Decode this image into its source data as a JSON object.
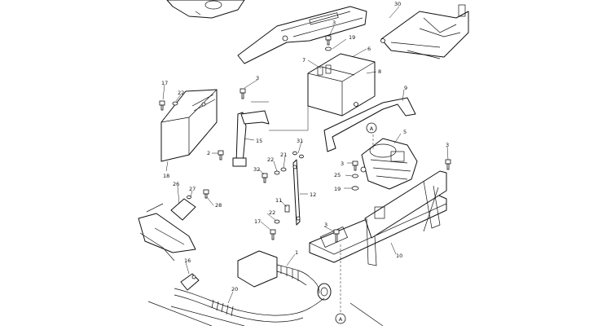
{
  "diagram": {
    "callouts": [
      {
        "id": "30",
        "text": "30"
      },
      {
        "id": "3-top",
        "text": "3"
      },
      {
        "id": "19-top",
        "text": "19"
      },
      {
        "id": "6",
        "text": "6"
      },
      {
        "id": "7",
        "text": "7"
      },
      {
        "id": "8",
        "text": "8"
      },
      {
        "id": "17-top",
        "text": "17"
      },
      {
        "id": "22-top",
        "text": "22"
      },
      {
        "id": "3-mid",
        "text": "3"
      },
      {
        "id": "9",
        "text": "9"
      },
      {
        "id": "15",
        "text": "15"
      },
      {
        "id": "2",
        "text": "2"
      },
      {
        "id": "18",
        "text": "18"
      },
      {
        "id": "31",
        "text": "31"
      },
      {
        "id": "21",
        "text": "21"
      },
      {
        "id": "22-mid",
        "text": "22"
      },
      {
        "id": "32",
        "text": "32"
      },
      {
        "id": "5",
        "text": "5"
      },
      {
        "id": "3-right",
        "text": "3"
      },
      {
        "id": "3-battery",
        "text": "3"
      },
      {
        "id": "25",
        "text": "25"
      },
      {
        "id": "19-mid",
        "text": "19"
      },
      {
        "id": "12",
        "text": "12"
      },
      {
        "id": "26",
        "text": "26"
      },
      {
        "id": "27",
        "text": "27"
      },
      {
        "id": "28",
        "text": "28"
      },
      {
        "id": "11",
        "text": "11"
      },
      {
        "id": "22-low",
        "text": "22"
      },
      {
        "id": "17-low",
        "text": "17"
      },
      {
        "id": "3-low",
        "text": "3"
      },
      {
        "id": "10",
        "text": "10"
      },
      {
        "id": "1",
        "text": "1"
      },
      {
        "id": "16",
        "text": "16"
      },
      {
        "id": "20",
        "text": "20"
      }
    ],
    "refs": [
      {
        "id": "A-top",
        "text": "A"
      },
      {
        "id": "A-bottom",
        "text": "A"
      }
    ]
  }
}
